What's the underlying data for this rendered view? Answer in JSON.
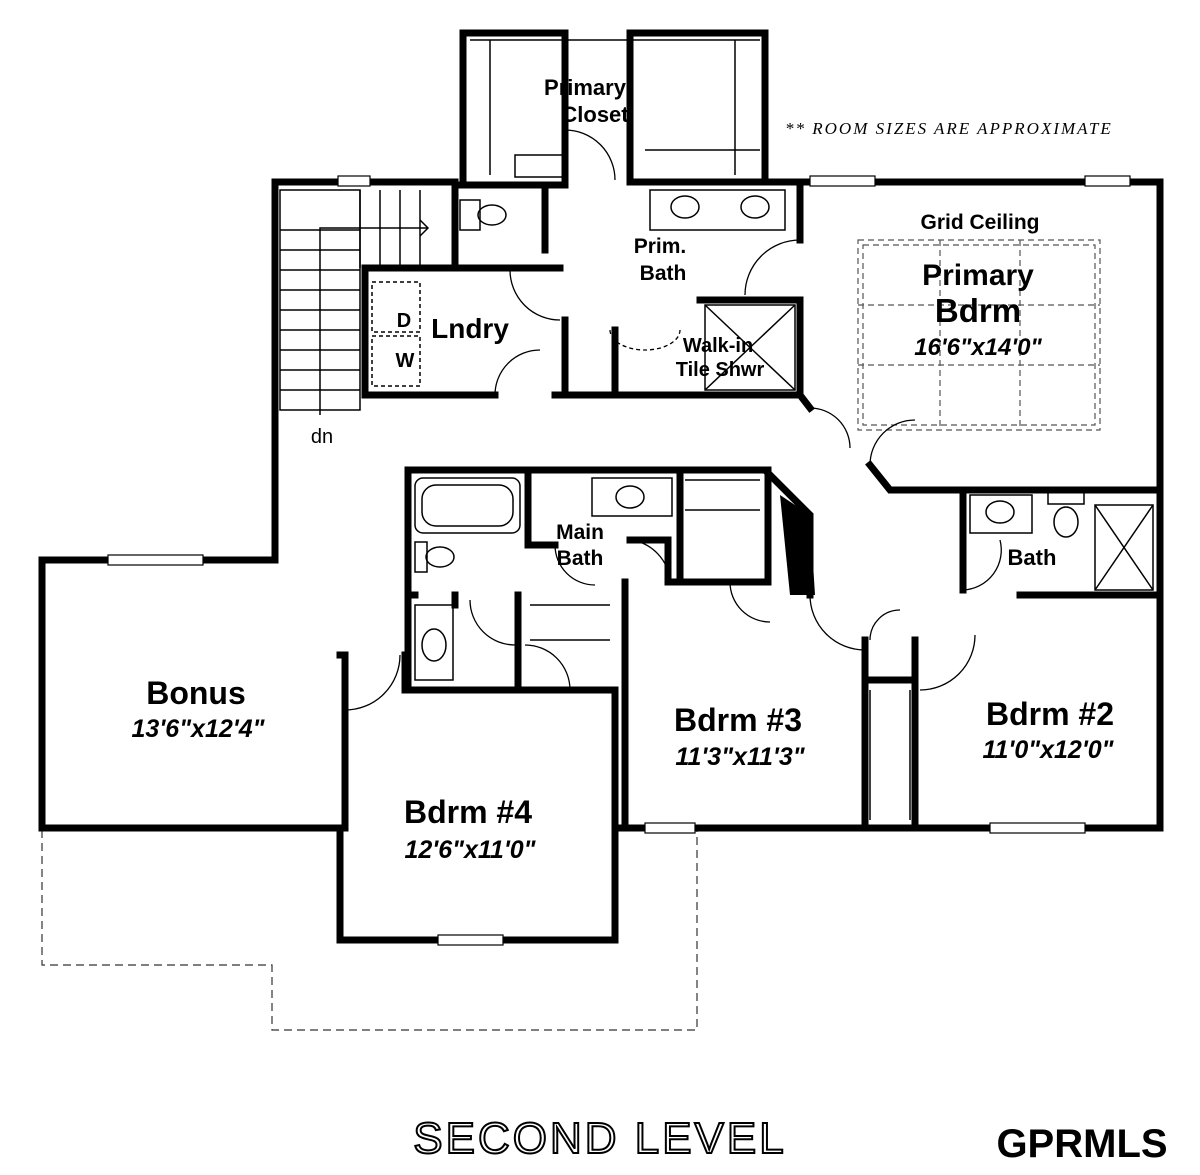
{
  "note": "** ROOM SIZES ARE APPROXIMATE",
  "title": "SECOND LEVEL",
  "brand": "GPRMLS",
  "rooms": {
    "primary_closet": {
      "line1": "Primary",
      "line2": "Closet"
    },
    "prim_bath": {
      "line1": "Prim.",
      "line2": "Bath"
    },
    "grid_ceiling": "Grid Ceiling",
    "primary_bdrm": {
      "line1": "Primary",
      "line2": "Bdrm",
      "size": "16'6\"x14'0\""
    },
    "laundry": "Lndry",
    "dryer": "D",
    "washer": "W",
    "shower": {
      "line1": "Walk-in",
      "line2": "Tile Shwr"
    },
    "stairs": "dn",
    "main_bath": {
      "line1": "Main",
      "line2": "Bath"
    },
    "bath": "Bath",
    "bonus": {
      "name": "Bonus",
      "size": "13'6\"x12'4\""
    },
    "bdrm4": {
      "name": "Bdrm #4",
      "size": "12'6\"x11'0\""
    },
    "bdrm3": {
      "name": "Bdrm #3",
      "size": "11'3\"x11'3\""
    },
    "bdrm2": {
      "name": "Bdrm #2",
      "size": "11'0\"x12'0\""
    }
  }
}
